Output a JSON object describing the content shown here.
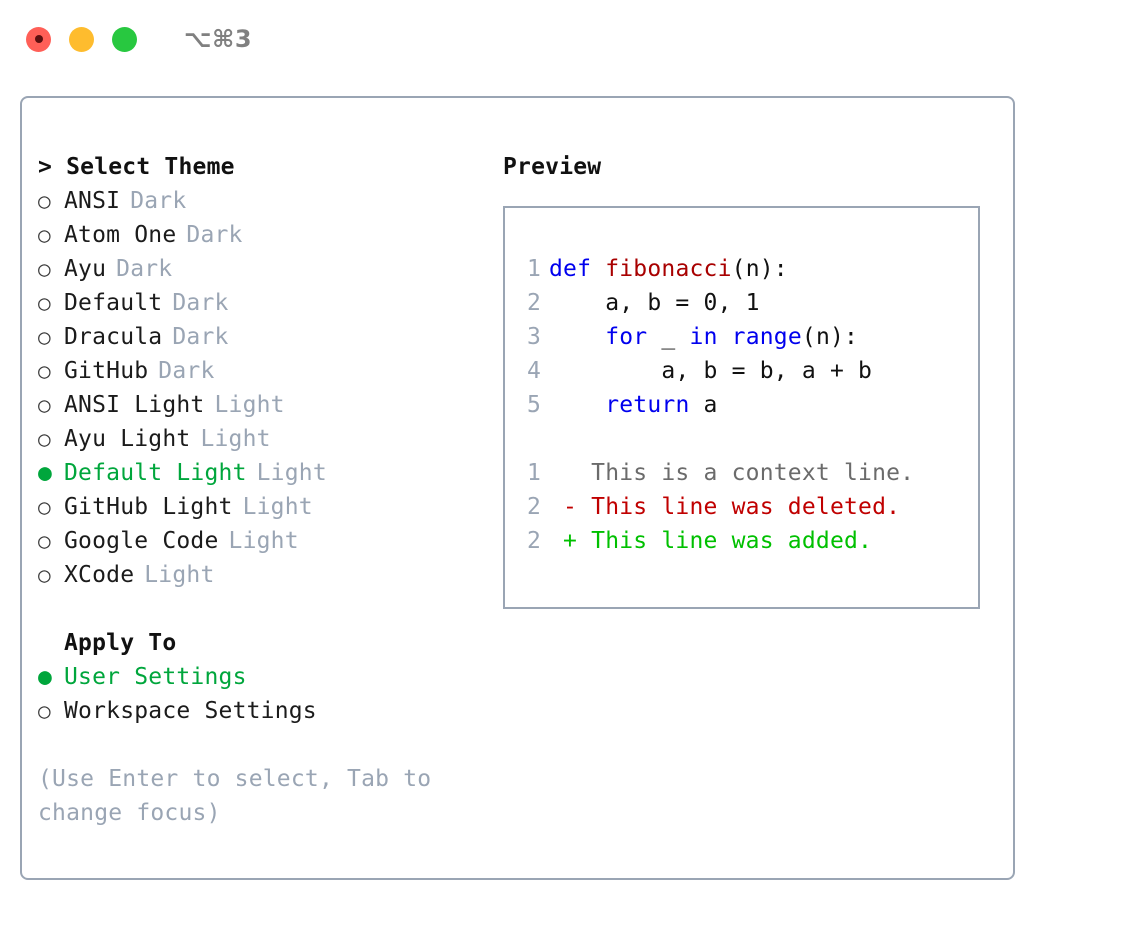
{
  "window": {
    "title": "⌥⌘3",
    "traffic_lights": [
      {
        "name": "close",
        "color": "#FF5F57"
      },
      {
        "name": "minimize",
        "color": "#FEBC2E"
      },
      {
        "name": "maximize",
        "color": "#28C840"
      }
    ]
  },
  "colors": {
    "accent_green": "#00A63C",
    "muted": "#9AA5B4",
    "border": "#9AA5B4",
    "keyword_blue": "#0000EE",
    "function_red": "#A80000",
    "diff_add": "#00C000",
    "diff_del": "#C00000",
    "diff_ctx": "#6b6b6b"
  },
  "theme_list": {
    "header": "> Select Theme",
    "marker_unselected": "○",
    "marker_selected": "●",
    "items": [
      {
        "label": "ANSI",
        "tag": "Dark",
        "selected": false
      },
      {
        "label": "Atom One",
        "tag": "Dark",
        "selected": false
      },
      {
        "label": "Ayu",
        "tag": "Dark",
        "selected": false
      },
      {
        "label": "Default",
        "tag": "Dark",
        "selected": false
      },
      {
        "label": "Dracula",
        "tag": "Dark",
        "selected": false
      },
      {
        "label": "GitHub",
        "tag": "Dark",
        "selected": false
      },
      {
        "label": "ANSI Light",
        "tag": "Light",
        "selected": false
      },
      {
        "label": "Ayu Light",
        "tag": "Light",
        "selected": false
      },
      {
        "label": "Default Light",
        "tag": "Light",
        "selected": true
      },
      {
        "label": "GitHub Light",
        "tag": "Light",
        "selected": false
      },
      {
        "label": "Google Code",
        "tag": "Light",
        "selected": false
      },
      {
        "label": "XCode",
        "tag": "Light",
        "selected": false
      }
    ]
  },
  "apply_to": {
    "header": "Apply To",
    "items": [
      {
        "label": "User Settings",
        "selected": true
      },
      {
        "label": "Workspace Settings",
        "selected": false
      }
    ]
  },
  "hint": "(Use Enter to select, Tab to change focus)",
  "preview": {
    "title": "Preview",
    "code_lines": [
      {
        "no": "1",
        "tokens": [
          {
            "t": "def ",
            "c": "kw"
          },
          {
            "t": "fibonacci",
            "c": "fn"
          },
          {
            "t": "(n):",
            "c": "plain"
          }
        ]
      },
      {
        "no": "2",
        "tokens": [
          {
            "t": "    a, b = 0, 1",
            "c": "plain"
          }
        ]
      },
      {
        "no": "3",
        "tokens": [
          {
            "t": "    ",
            "c": "plain"
          },
          {
            "t": "for",
            "c": "kw"
          },
          {
            "t": " _ ",
            "c": "plain"
          },
          {
            "t": "in range",
            "c": "kw"
          },
          {
            "t": "(n):",
            "c": "plain"
          }
        ]
      },
      {
        "no": "4",
        "tokens": [
          {
            "t": "        a, b = b, a + b",
            "c": "plain"
          }
        ]
      },
      {
        "no": "5",
        "tokens": [
          {
            "t": "    ",
            "c": "plain"
          },
          {
            "t": "return",
            "c": "kw"
          },
          {
            "t": " a",
            "c": "plain"
          }
        ]
      }
    ],
    "diff_lines": [
      {
        "no": "1",
        "sign": " ",
        "text": " This is a context line.",
        "kind": "ctx"
      },
      {
        "no": "2",
        "sign": "-",
        "text": " This line was deleted.",
        "kind": "del"
      },
      {
        "no": "2",
        "sign": "+",
        "text": " This line was added.",
        "kind": "add"
      }
    ]
  }
}
